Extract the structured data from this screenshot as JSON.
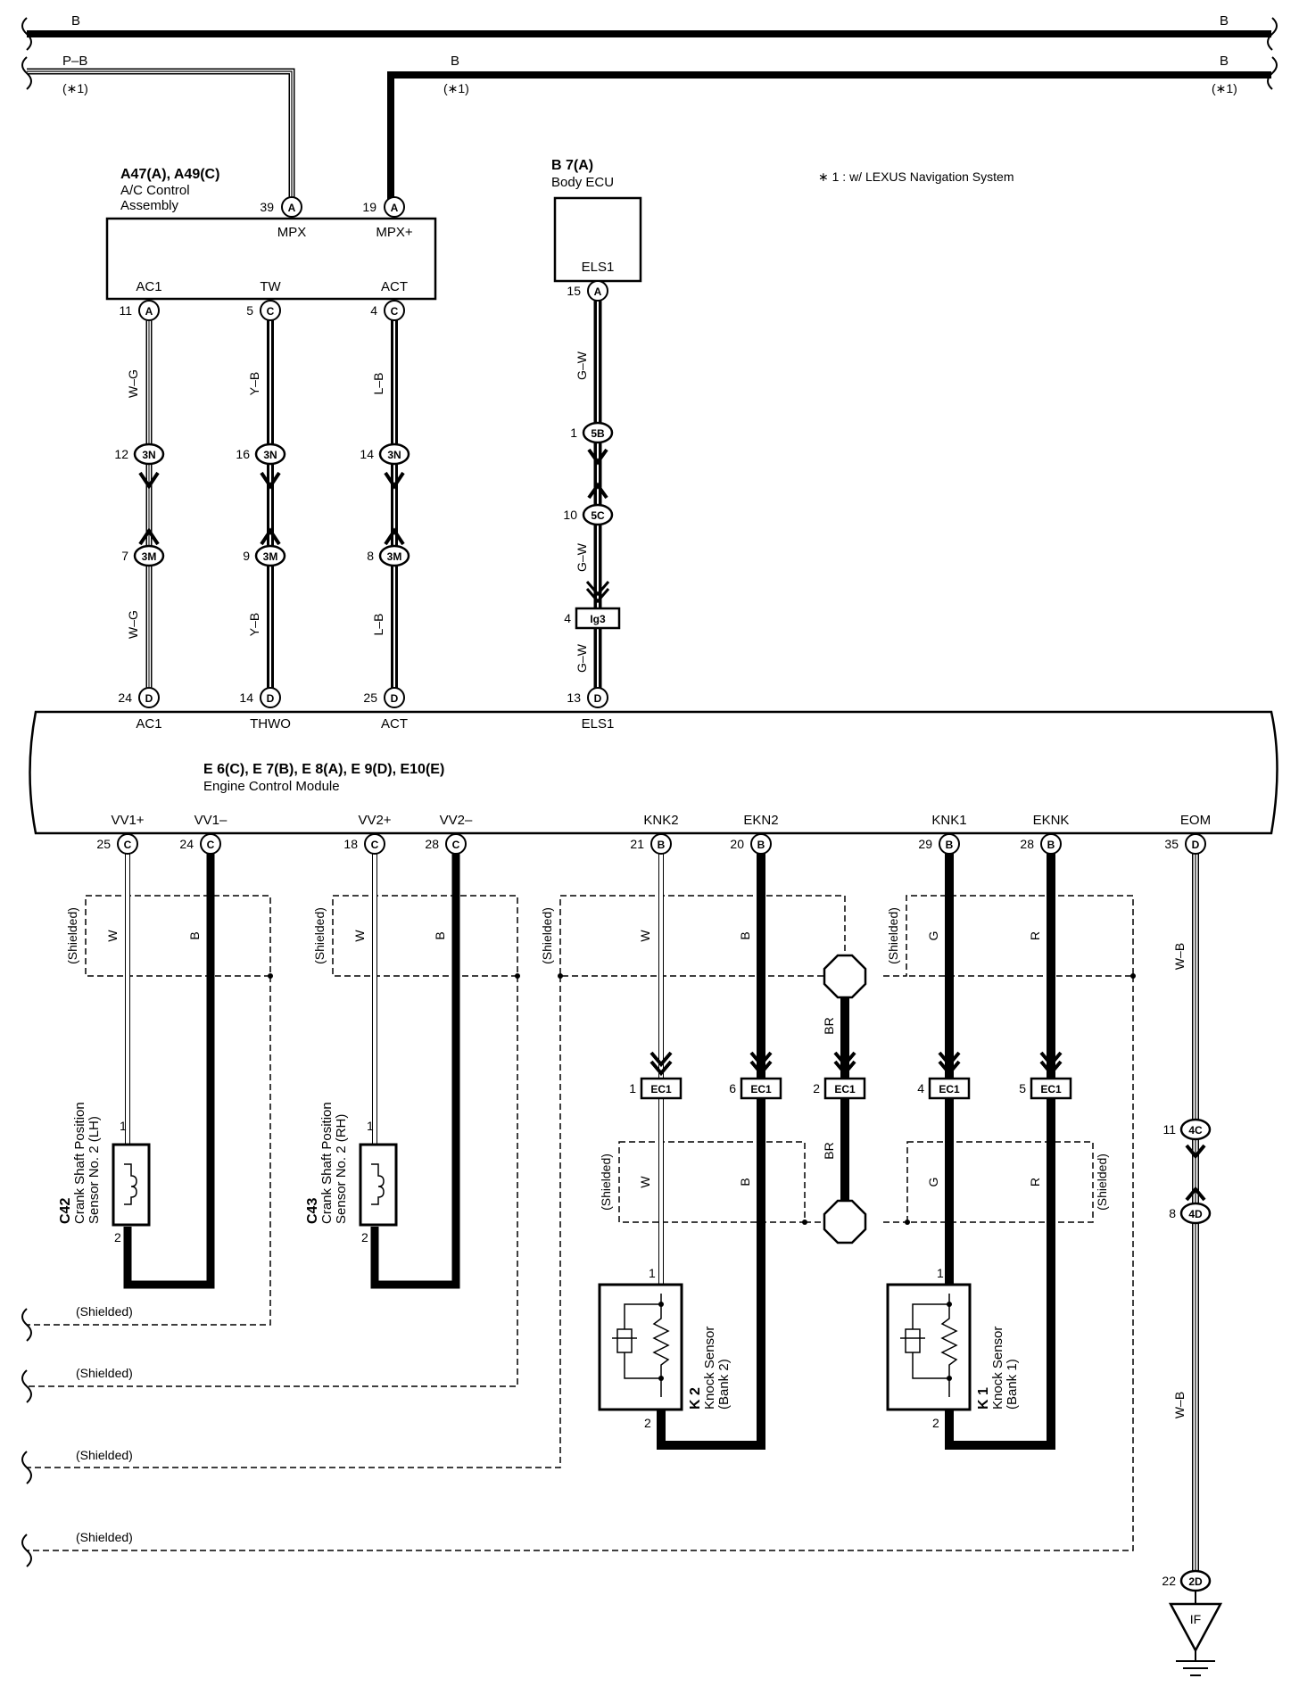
{
  "top_bus": {
    "line1_left": "B",
    "line1_right": "B",
    "line2_left": "P–B",
    "line2_mid": "B",
    "line2_right": "B",
    "note_left": "(∗1)",
    "note_mid": "(∗1)",
    "note_right": "(∗1)"
  },
  "footnote": "∗ 1 : w/ LEXUS Navigation System",
  "ac_control": {
    "ref": "A47(A), A49(C)",
    "name_line1": "A/C Control",
    "name_line2": "Assembly",
    "pin_mpx": "39",
    "conn_mpx": "A",
    "term_mpx": "MPX",
    "pin_mpxp": "19",
    "conn_mpxp": "A",
    "term_mpxp": "MPX+",
    "term_ac1": "AC1",
    "pin_ac1": "11",
    "conn_ac1": "A",
    "term_tw": "TW",
    "pin_tw": "5",
    "conn_tw": "C",
    "term_act": "ACT",
    "pin_act": "4",
    "conn_act": "C"
  },
  "body_ecu": {
    "ref": "B 7(A)",
    "name": "Body ECU",
    "term": "ELS1",
    "pin": "15",
    "conn": "A"
  },
  "wires": {
    "wg": "W–G",
    "yb": "Y–B",
    "lb": "L–B",
    "gw": "G–W",
    "w": "W",
    "b": "B",
    "g": "G",
    "r": "R",
    "br": "BR",
    "wb": "W–B"
  },
  "junctions": {
    "ac1_3n_pin": "12",
    "ac1_3n": "3N",
    "tw_3n_pin": "16",
    "tw_3n": "3N",
    "act_3n_pin": "14",
    "act_3n": "3N",
    "ac1_3m_pin": "7",
    "ac1_3m": "3M",
    "tw_3m_pin": "9",
    "tw_3m": "3M",
    "act_3m_pin": "8",
    "act_3m": "3M",
    "els_5b_pin": "1",
    "els_5b": "5B",
    "els_5c_pin": "10",
    "els_5c": "5C",
    "ig3_pin": "4",
    "ig3": "Ig3",
    "eom_4c_pin": "11",
    "eom_4c": "4C",
    "eom_4d_pin": "8",
    "eom_4d": "4D",
    "eom_2d_pin": "22",
    "eom_2d": "2D"
  },
  "ecm": {
    "ref": "E 6(C), E 7(B), E 8(A), E 9(D), E10(E)",
    "name": "Engine Control Module",
    "top_pins": [
      {
        "pin": "24",
        "conn": "D",
        "term": "AC1"
      },
      {
        "pin": "14",
        "conn": "D",
        "term": "THWO"
      },
      {
        "pin": "25",
        "conn": "D",
        "term": "ACT"
      },
      {
        "pin": "13",
        "conn": "D",
        "term": "ELS1"
      }
    ],
    "bottom_pins": [
      {
        "term": "VV1+",
        "pin": "25",
        "conn": "C"
      },
      {
        "term": "VV1–",
        "pin": "24",
        "conn": "C"
      },
      {
        "term": "VV2+",
        "pin": "18",
        "conn": "C"
      },
      {
        "term": "VV2–",
        "pin": "28",
        "conn": "C"
      },
      {
        "term": "KNK2",
        "pin": "21",
        "conn": "B"
      },
      {
        "term": "EKN2",
        "pin": "20",
        "conn": "B"
      },
      {
        "term": "KNK1",
        "pin": "29",
        "conn": "B"
      },
      {
        "term": "EKNK",
        "pin": "28",
        "conn": "B"
      },
      {
        "term": "EOM",
        "pin": "35",
        "conn": "D"
      }
    ]
  },
  "ec1": {
    "label": "EC1",
    "pins": [
      "1",
      "6",
      "2",
      "4",
      "5"
    ]
  },
  "shielded": "(Shielded)",
  "sensors": {
    "c42_ref": "C42",
    "c42_line1": "Crank Shaft Position",
    "c42_line2": "Sensor No. 2 (LH)",
    "c43_ref": "C43",
    "c43_line1": "Crank Shaft Position",
    "c43_line2": "Sensor No. 2 (RH)",
    "k2_ref": "K 2",
    "k2_line1": "Knock Sensor",
    "k2_line2": "(Bank 2)",
    "k1_ref": "K 1",
    "k1_line1": "Knock Sensor",
    "k1_line2": "(Bank 1)",
    "pin1": "1",
    "pin2": "2"
  },
  "ground": "IF"
}
